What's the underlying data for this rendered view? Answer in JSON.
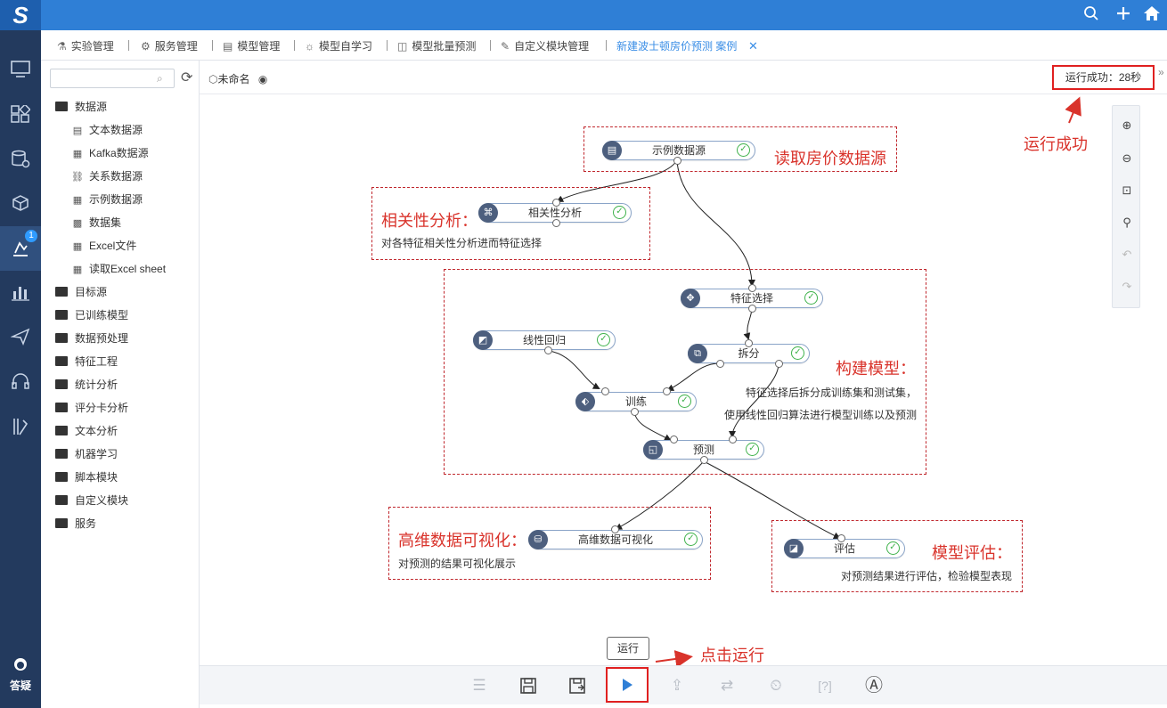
{
  "app": {
    "logo": "S"
  },
  "topbar": {
    "icons": [
      "search-icon",
      "plus-icon",
      "home-icon"
    ]
  },
  "leftnav": {
    "badge": "1",
    "help_label": "答疑"
  },
  "tabs": [
    {
      "label": "实验管理",
      "icon": "flask-icon"
    },
    {
      "label": "服务管理",
      "icon": "service-icon"
    },
    {
      "label": "模型管理",
      "icon": "model-icon"
    },
    {
      "label": "模型自学习",
      "icon": "bulb-icon"
    },
    {
      "label": "模型批量预测",
      "icon": "chart-icon"
    },
    {
      "label": "自定义模块管理",
      "icon": "edit-icon"
    },
    {
      "label": "新建波士顿房价预测 案例",
      "icon": ""
    }
  ],
  "sidebar": {
    "search_placeholder": "",
    "tree": [
      {
        "label": "数据源",
        "type": "folder",
        "open": true
      },
      {
        "label": "文本数据源",
        "type": "item"
      },
      {
        "label": "Kafka数据源",
        "type": "item"
      },
      {
        "label": "关系数据源",
        "type": "item"
      },
      {
        "label": "示例数据源",
        "type": "item"
      },
      {
        "label": "数据集",
        "type": "item"
      },
      {
        "label": "Excel文件",
        "type": "item"
      },
      {
        "label": "读取Excel sheet",
        "type": "item"
      },
      {
        "label": "目标源",
        "type": "folder"
      },
      {
        "label": "已训练模型",
        "type": "folder"
      },
      {
        "label": "数据预处理",
        "type": "folder"
      },
      {
        "label": "特征工程",
        "type": "folder"
      },
      {
        "label": "统计分析",
        "type": "folder"
      },
      {
        "label": "评分卡分析",
        "type": "folder"
      },
      {
        "label": "文本分析",
        "type": "folder"
      },
      {
        "label": "机器学习",
        "type": "folder"
      },
      {
        "label": "脚本模块",
        "type": "folder"
      },
      {
        "label": "自定义模块",
        "type": "folder"
      },
      {
        "label": "服务",
        "type": "folder"
      }
    ]
  },
  "canvas": {
    "flow_name": "未命名",
    "status": "运行成功：28秒",
    "annotations": {
      "success": "运行成功",
      "click_run": "点击运行",
      "run_tooltip": "运行"
    },
    "groups": [
      {
        "title": "读取房价数据源",
        "desc": ""
      },
      {
        "title": "相关性分析：",
        "desc": "对各特征相关性分析进而特征选择"
      },
      {
        "title": "构建模型：",
        "desc": "特征选择后拆分成训练集和测试集，",
        "desc2": "使用线性回归算法进行模型训练以及预测"
      },
      {
        "title": "高维数据可视化：",
        "desc": "对预测的结果可视化展示"
      },
      {
        "title": "模型评估：",
        "desc": "对预测结果进行评估，检验模型表现"
      }
    ],
    "nodes": [
      {
        "label": "示例数据源",
        "icon": "database-icon"
      },
      {
        "label": "相关性分析",
        "icon": "network-icon"
      },
      {
        "label": "特征选择",
        "icon": "feature-icon"
      },
      {
        "label": "线性回归",
        "icon": "regression-icon"
      },
      {
        "label": "拆分",
        "icon": "split-icon"
      },
      {
        "label": "训练",
        "icon": "train-icon"
      },
      {
        "label": "预测",
        "icon": "predict-icon"
      },
      {
        "label": "高维数据可视化",
        "icon": "visual-icon"
      },
      {
        "label": "评估",
        "icon": "evaluate-icon"
      }
    ]
  },
  "colors": {
    "brand": "#2f7fd6",
    "nav": "#233a5e",
    "annotation": "#d9332b",
    "success": "#3fb24b"
  }
}
